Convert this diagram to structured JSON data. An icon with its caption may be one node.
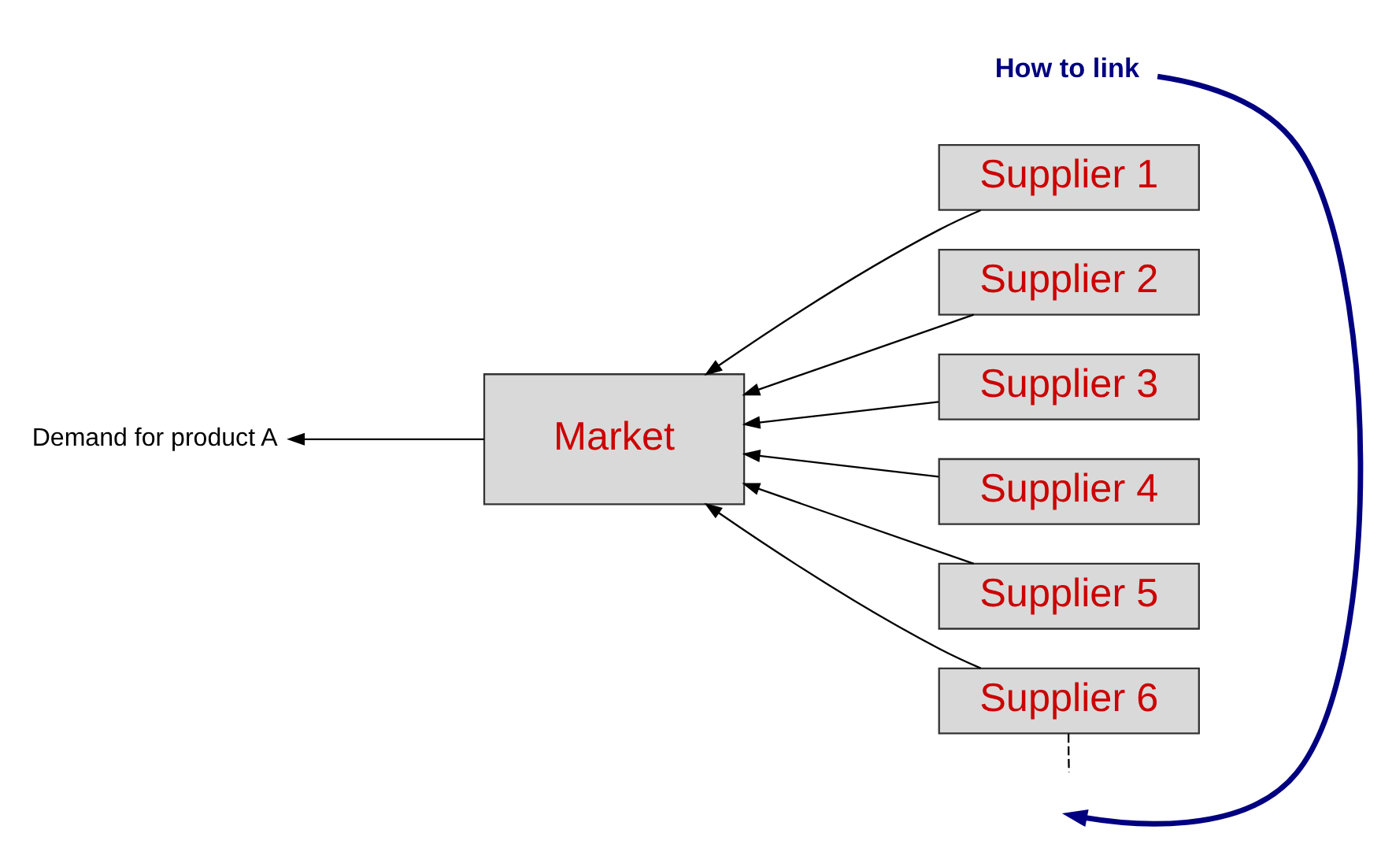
{
  "diagram": {
    "nodes": [
      {
        "text": [
          "Demand for product A"
        ]
      },
      {
        "text": [
          "Market"
        ]
      },
      {
        "text": [
          "Supplier 1"
        ]
      },
      {
        "text": [
          "Supplier 2"
        ]
      },
      {
        "text": [
          "Supplier 3"
        ]
      },
      {
        "text": [
          "Supplier 4"
        ]
      },
      {
        "text": [
          "Supplier 5"
        ]
      },
      {
        "text": [
          "Supplier 6"
        ]
      },
      {
        "text": [
          "How to link"
        ]
      }
    ],
    "edges": [
      {
        "from": 1,
        "to": 0,
        "arrow": "to"
      },
      {
        "from": 2,
        "to": 1,
        "arrow": "to"
      },
      {
        "from": 3,
        "to": 1,
        "arrow": "to"
      },
      {
        "from": 4,
        "to": 1,
        "arrow": "to"
      },
      {
        "from": 5,
        "to": 1,
        "arrow": "to"
      },
      {
        "from": 6,
        "to": 1,
        "arrow": "to"
      },
      {
        "from": 7,
        "to": 1,
        "arrow": "to"
      },
      {
        "from": 8,
        "to": null,
        "arrow": "to",
        "style": "thick",
        "color": "#000080"
      },
      {
        "from": 7,
        "to": null,
        "arrow": "none",
        "style": "dashed"
      }
    ]
  }
}
